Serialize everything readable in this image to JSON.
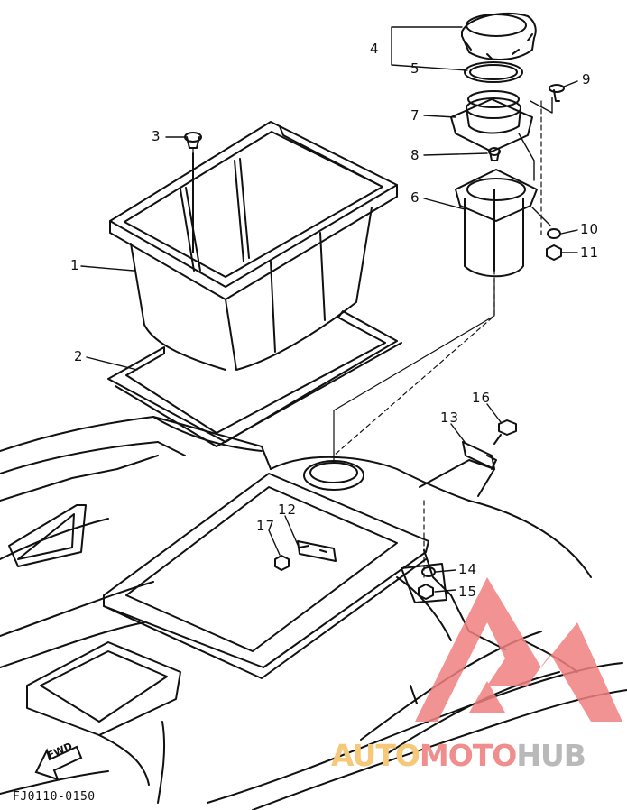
{
  "callouts": [
    {
      "id": "1",
      "label": "1"
    },
    {
      "id": "2",
      "label": "2"
    },
    {
      "id": "3",
      "label": "3"
    },
    {
      "id": "4",
      "label": "4"
    },
    {
      "id": "5",
      "label": "5"
    },
    {
      "id": "6",
      "label": "6"
    },
    {
      "id": "7",
      "label": "7"
    },
    {
      "id": "8",
      "label": "8"
    },
    {
      "id": "9",
      "label": "9"
    },
    {
      "id": "10",
      "label": "10"
    },
    {
      "id": "11",
      "label": "11"
    },
    {
      "id": "12",
      "label": "12"
    },
    {
      "id": "13",
      "label": "13"
    },
    {
      "id": "14",
      "label": "14"
    },
    {
      "id": "15",
      "label": "15"
    },
    {
      "id": "16",
      "label": "16"
    },
    {
      "id": "17",
      "label": "17"
    }
  ],
  "fwd_label": "FWD",
  "diagram_code": "FJ0110-0150",
  "watermark": {
    "part1": "AUTO",
    "part2": "MOTO",
    "part3": "HUB",
    "colors": {
      "auto": "#f5c87a",
      "moto": "#f08e8e",
      "hub": "#b9b9b9",
      "logo": "#f08080"
    }
  },
  "line_color": "#111111"
}
